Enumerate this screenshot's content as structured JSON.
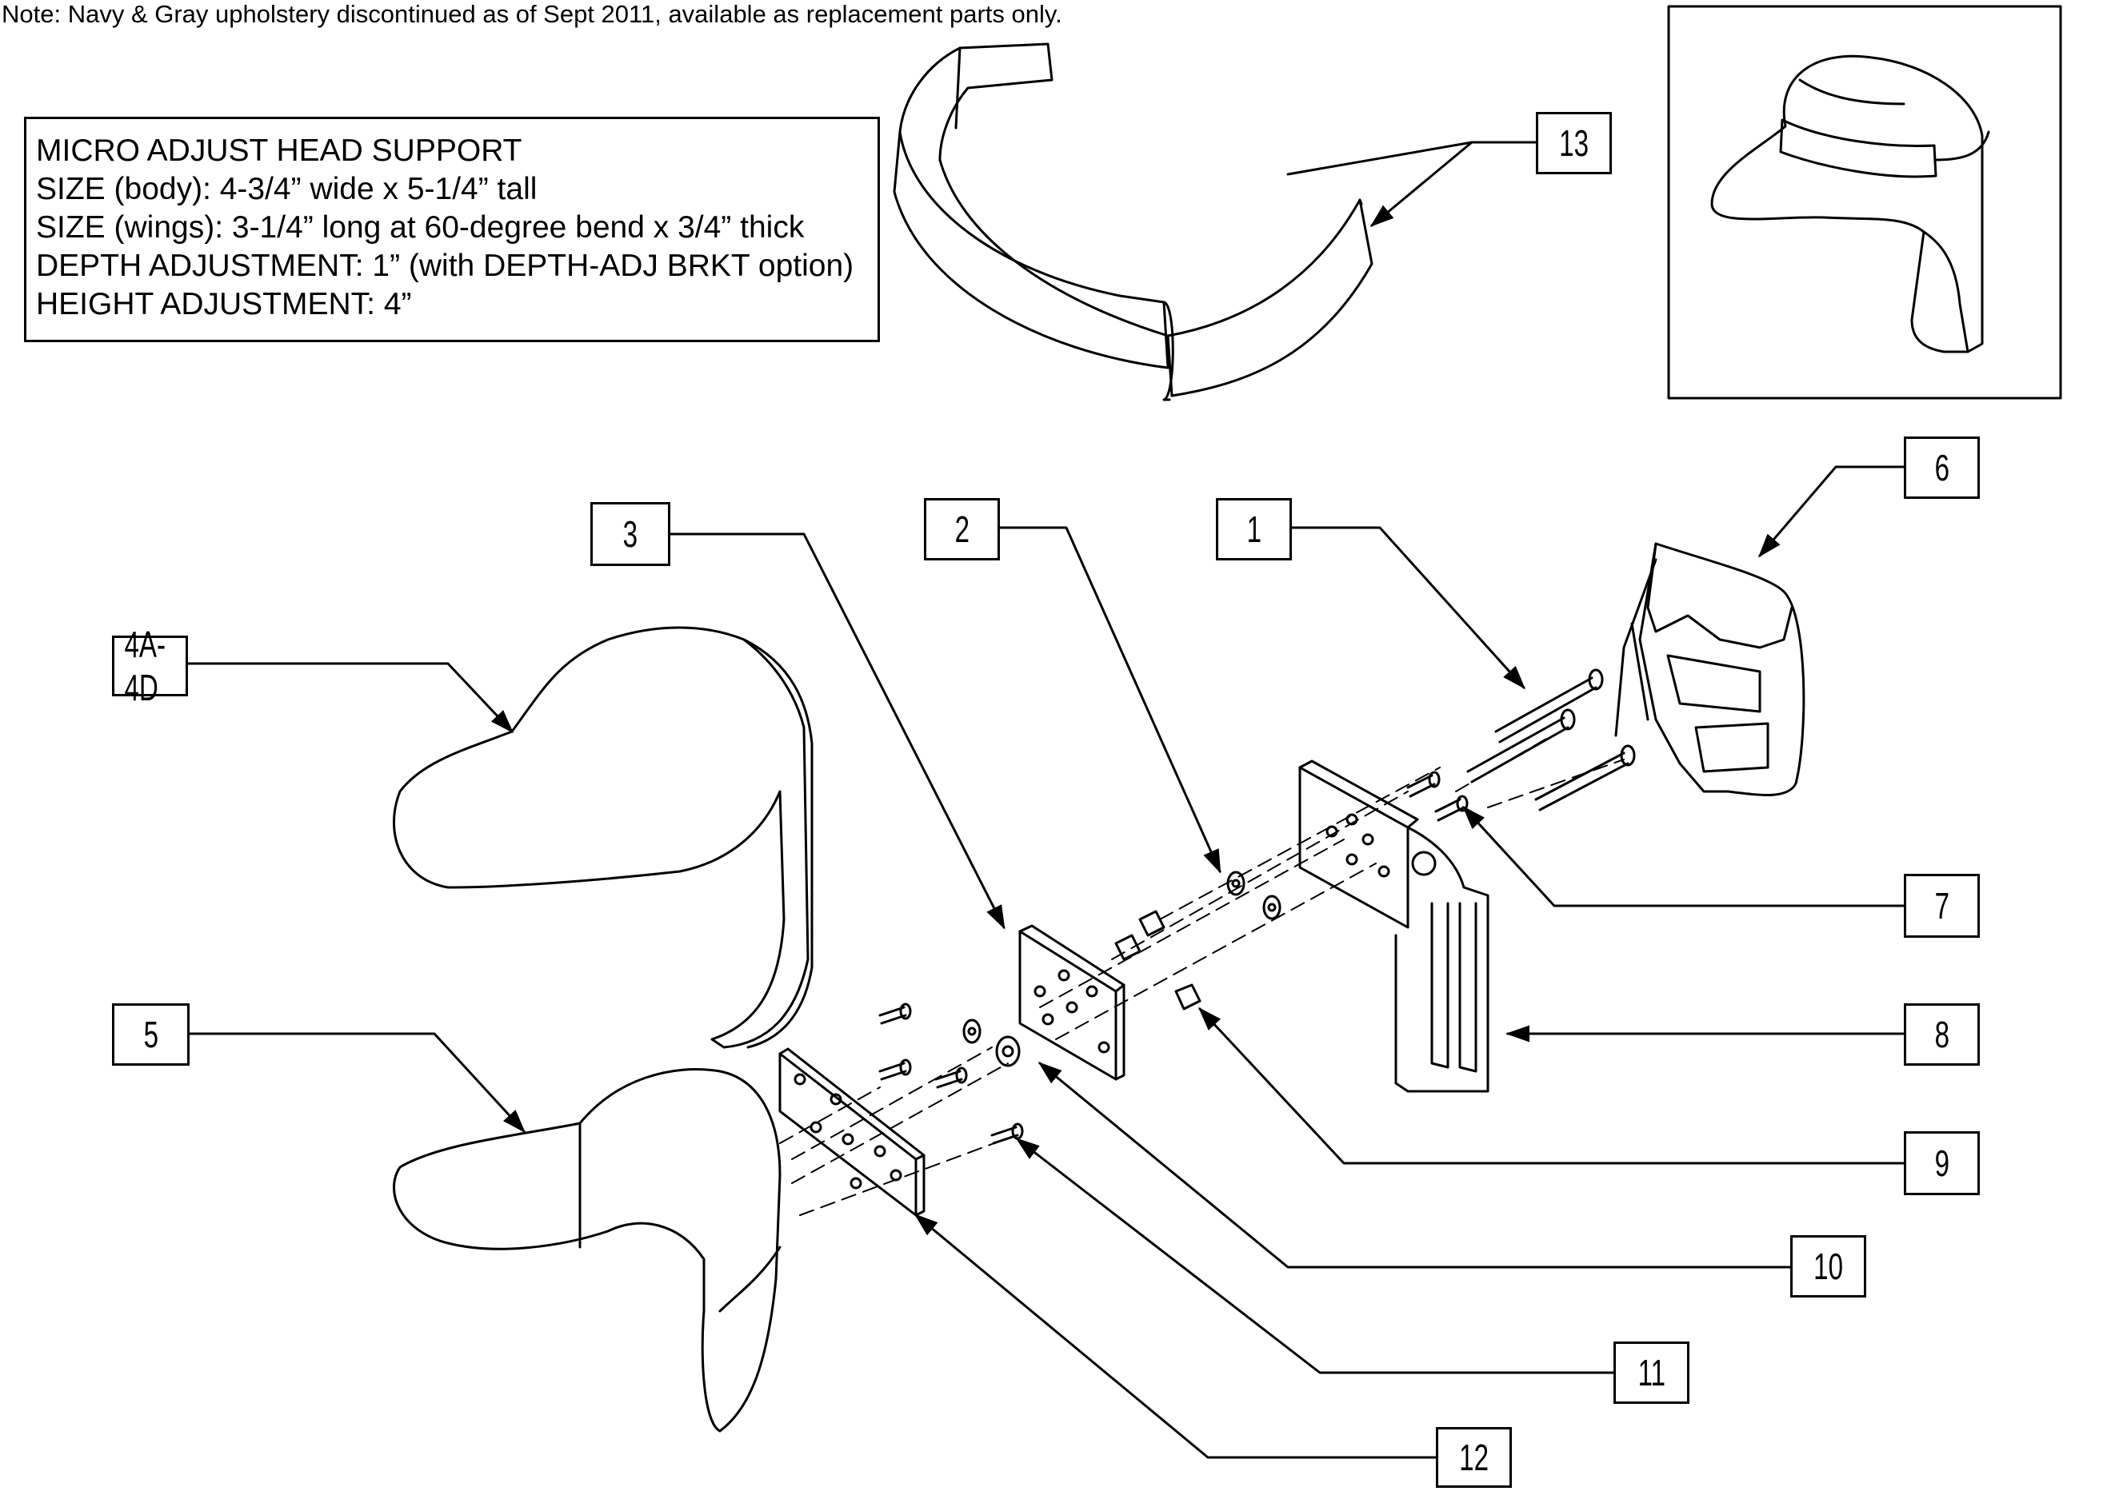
{
  "note": "Note: Navy & Gray upholstery discontinued as of Sept 2011, available as replacement parts only.",
  "spec": {
    "lines": [
      "MICRO ADJUST HEAD SUPPORT",
      "SIZE (body): 4-3/4” wide x 5-1/4” tall",
      "SIZE (wings): 3-1/4” long at 60-degree bend x 3/4” thick",
      "DEPTH ADJUSTMENT: 1” (with DEPTH-ADJ BRKT option)",
      "HEIGHT ADJUSTMENT: 4”"
    ]
  },
  "callouts": {
    "c1": "1",
    "c2": "2",
    "c3": "3",
    "c4": "4A-4D",
    "c5": "5",
    "c6": "6",
    "c7": "7",
    "c8": "8",
    "c9": "9",
    "c10": "10",
    "c11": "11",
    "c12": "12",
    "c13": "13"
  }
}
